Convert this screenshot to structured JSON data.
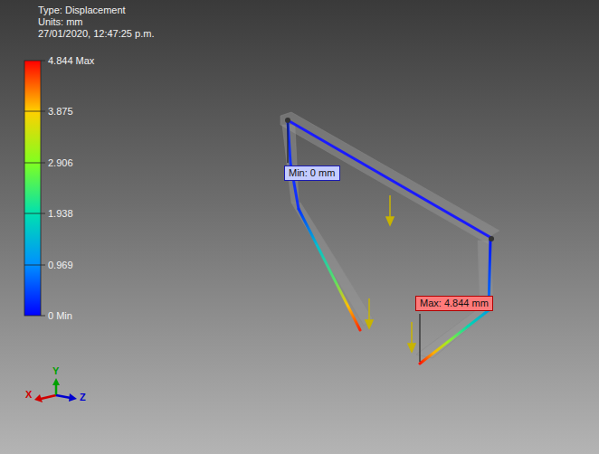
{
  "diagram": {
    "nodes": [
      {
        "text": [
          "Min: 0 mm"
        ]
      },
      {
        "text": [
          "Max: 4.844 mm"
        ]
      }
    ],
    "edges": [],
    "labels": [
      "Type: Displacement",
      "Units: mm",
      "27/01/2020, 12:47:25 p.m.",
      "4.844 Max",
      "3.875",
      "2.906",
      "1.938",
      "0.969",
      "0 Min",
      "X",
      "Y",
      "Z"
    ]
  }
}
